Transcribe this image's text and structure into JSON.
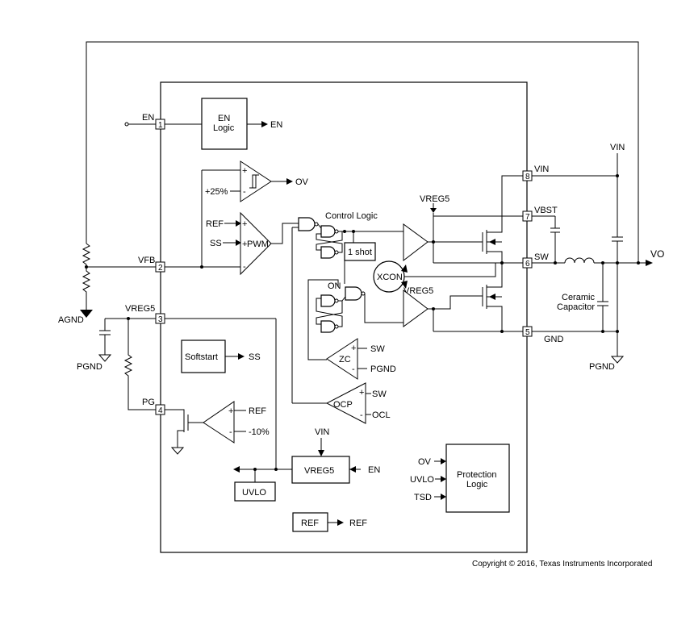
{
  "pins": {
    "p1": "1",
    "p2": "2",
    "p3": "3",
    "p4": "4",
    "p5": "5",
    "p6": "6",
    "p7": "7",
    "p8": "8"
  },
  "pin_labels": {
    "en": "EN",
    "vfb": "VFB",
    "vreg5": "VREG5",
    "pg": "PG",
    "gnd": "GND",
    "sw": "SW",
    "vbst": "VBST",
    "vin": "VIN"
  },
  "blocks": {
    "en_logic_line1": "EN",
    "en_logic_line2": "Logic",
    "softstart": "Softstart",
    "one_shot": "1 shot",
    "xcon": "XCON",
    "vreg5": "VREG5",
    "uvlo": "UVLO",
    "ref": "REF",
    "protection_line1": "Protection",
    "protection_line2": "Logic"
  },
  "amplifiers": {
    "pwm": "PWM",
    "zc": "ZC",
    "ocp": "OCP"
  },
  "signals": {
    "en_out": "EN",
    "ov_out": "OV",
    "plus25": "+25%",
    "ref": "REF",
    "ss": "SS",
    "ss_out": "SS",
    "control_logic": "Control Logic",
    "on": "ON",
    "vreg5_top": "VREG5",
    "vreg5_mid": "VREG5",
    "sw_zc": "SW",
    "pgnd_zc": "PGND",
    "sw_ocp": "SW",
    "ocl": "OCL",
    "ref_pg": "REF",
    "minus10": "-10%",
    "vin_vreg": "VIN",
    "en_vreg": "EN",
    "ref_out": "REF",
    "ov_in": "OV",
    "uvlo_in": "UVLO",
    "tsd_in": "TSD",
    "plus": "+",
    "minus": "-"
  },
  "external": {
    "agnd": "AGND",
    "pgnd_left": "PGND",
    "pgnd_right": "PGND",
    "vin": "VIN",
    "vo": "VO",
    "cap_line1": "Ceramic",
    "cap_line2": "Capacitor"
  },
  "copyright": "Copyright © 2016, Texas Instruments Incorporated"
}
